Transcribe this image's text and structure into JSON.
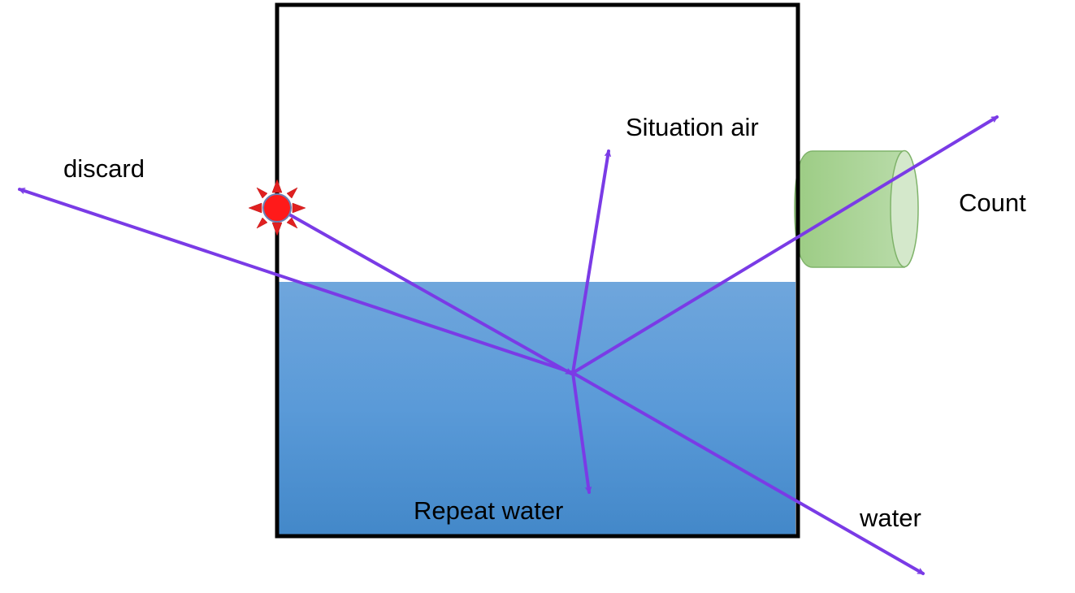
{
  "labels": {
    "situation_air": "Situation air",
    "discard": "discard",
    "count": "Count",
    "repeat_water": "Repeat water",
    "water": "water"
  },
  "colors": {
    "arrow": "#7a3be6",
    "container_border": "#000000",
    "water_top": "#6fa6dc",
    "water_bottom": "#4488ca",
    "source_fill": "#ff1a1a",
    "source_rays": "#e02020",
    "detector_light": "#cfe6c4",
    "detector_dark": "#9ccc84",
    "detector_edge": "#7fb36a"
  },
  "icons": {
    "source": "star-burst-source-icon",
    "detector": "cylinder-detector-icon"
  }
}
